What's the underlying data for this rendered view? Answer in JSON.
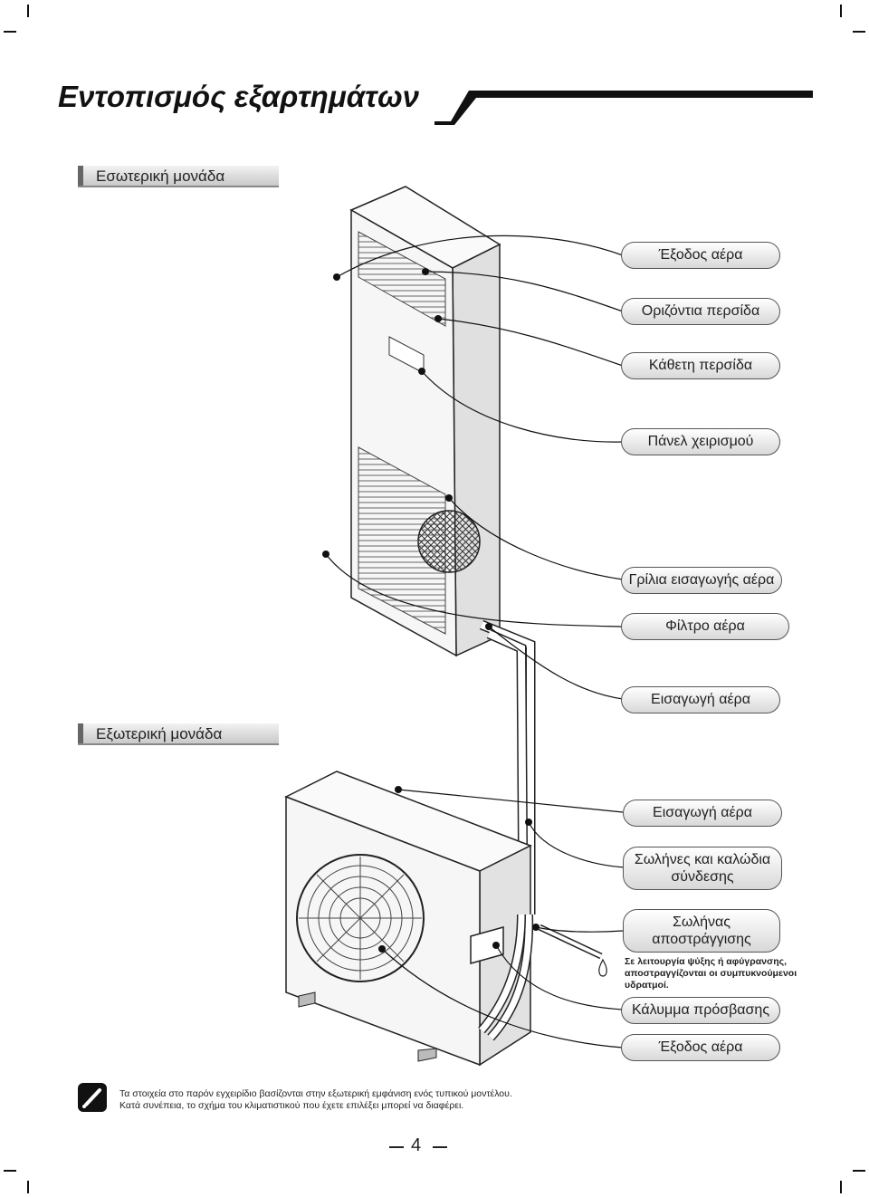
{
  "page": {
    "title": "Εντοπισμός εξαρτημάτων",
    "page_number": "4"
  },
  "indoor": {
    "section_label": "Εσωτερική μονάδα",
    "labels": [
      "Έξοδος αέρα",
      "Οριζόντια περσίδα",
      "Κάθετη περσίδα",
      "Πάνελ χειρισμού",
      "Γρίλια εισαγωγής αέρα",
      "Φίλτρο αέρα",
      "Εισαγωγή αέρα"
    ]
  },
  "outdoor": {
    "section_label": "Εξωτερική μονάδα",
    "labels": [
      "Εισαγωγή αέρα",
      "Σωλήνες και καλώδια σύνδεσης",
      "Σωλήνας αποστράγγισης",
      "Κάλυμμα πρόσβασης",
      "Έξοδος αέρα"
    ],
    "drain_note": "Σε λειτουργία ψύξης ή αφύγρανσης, αποστραγγίζονται οι συμπυκνούμενοι υδρατμοί."
  },
  "footnote": {
    "line1": "Τα στοιχεία στο παρόν εγχειρίδιο βασίζονται στην εξωτερική εμφάνιση ενός τυπικού μοντέλου.",
    "line2": "Κατά συνέπεια, το σχήμα του κλιματιστικού που έχετε επιλέξει μπορεί να διαφέρει."
  },
  "icons": [
    "note-pencil-icon"
  ],
  "colors": {
    "ink": "#111111",
    "pill_fill": "#e6e6e6",
    "unit_fill": "#f4f4f4"
  }
}
